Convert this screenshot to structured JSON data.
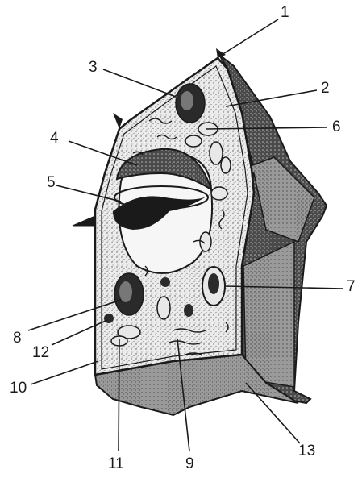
{
  "labels": {
    "l1": "1",
    "l2": "2",
    "l3": "3",
    "l4": "4",
    "l5": "5",
    "l6": "6",
    "l7": "7",
    "l8": "8",
    "l9": "9",
    "l10": "10",
    "l11": "11",
    "l12": "12",
    "l13": "13"
  },
  "colors": {
    "ink": "#1a1a1a",
    "paper": "#ffffff",
    "wall_shade": "#3a3a3a",
    "cytoplasm": "#e4e4e4"
  }
}
